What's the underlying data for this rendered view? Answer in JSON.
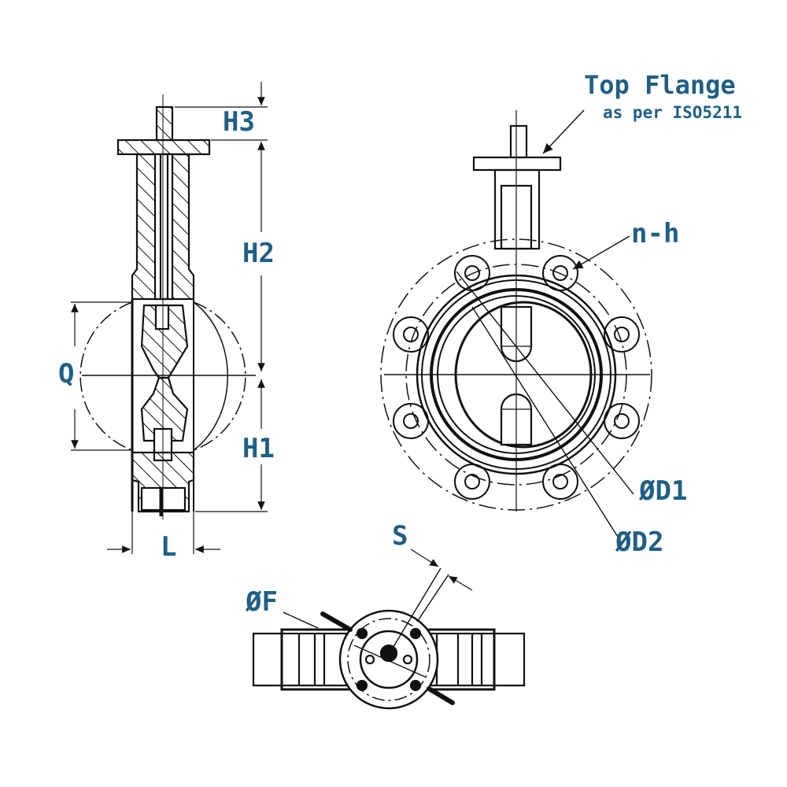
{
  "diagram": {
    "subject": "Butterfly valve dimension drawing",
    "views": [
      "side-section-view",
      "front-view",
      "top-view"
    ],
    "colors": {
      "line": "#111111",
      "label": "#1f5f86",
      "background": "#ffffff"
    }
  },
  "labels": {
    "top_flange_title": "Top Flange",
    "top_flange_sub": "as per ISO5211",
    "h3": "H3",
    "h2": "H2",
    "h1": "H1",
    "q": "Q",
    "l": "L",
    "n_h": "n-h",
    "d1": "ØD1",
    "d2": "ØD2",
    "s": "S",
    "f": "ØF"
  }
}
